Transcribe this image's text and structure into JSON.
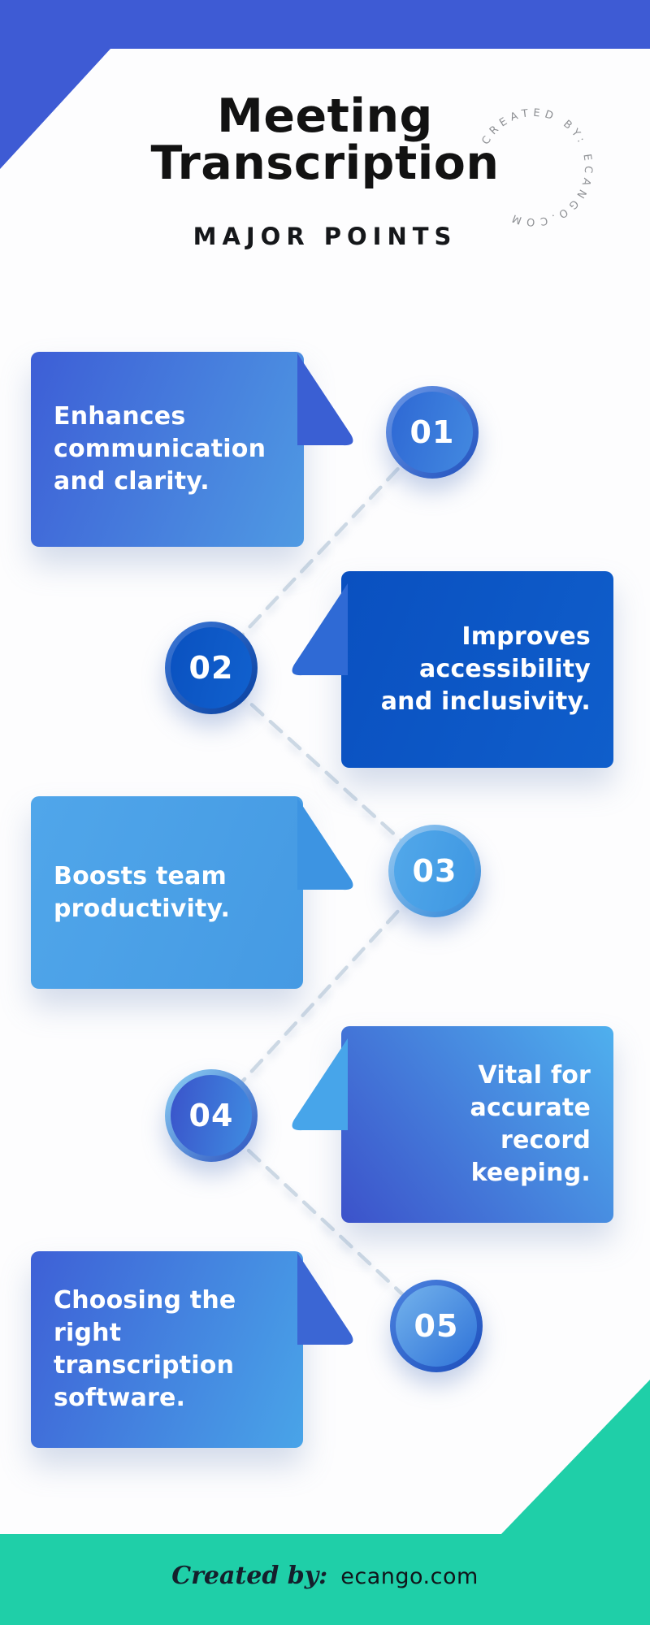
{
  "header": {
    "title_line1": "Meeting",
    "title_line2": "Transcription",
    "subtitle": "MAJOR POINTS",
    "badge_text": "CREATED BY: ECANGO.COM"
  },
  "points": [
    {
      "number": "01",
      "text": "Enhances\ncommunication\nand clarity.",
      "side": "left"
    },
    {
      "number": "02",
      "text": "Improves\naccessibility\nand inclusivity.",
      "side": "right"
    },
    {
      "number": "03",
      "text": "Boosts team\nproductivity.",
      "side": "left"
    },
    {
      "number": "04",
      "text": "Vital for\naccurate\nrecord\nkeeping.",
      "side": "right"
    },
    {
      "number": "05",
      "text": "Choosing the\nright\ntranscription\nsoftware.",
      "side": "left"
    }
  ],
  "footer": {
    "created_by_label": "Created by:",
    "site": "ecango.com"
  },
  "colors": {
    "header_blue": "#3e5bd4",
    "footer_teal": "#1fcfa8",
    "dashed_connector": "#ccd8e4",
    "card1_gradient": [
      "#3d5ed6",
      "#4f9ae3"
    ],
    "card2_gradient": [
      "#0a50c0",
      "#0f5ecb"
    ],
    "card3_gradient": [
      "#50a6ea",
      "#459ae3"
    ],
    "card4_gradient": [
      "#3c52ca",
      "#4fb0ee"
    ],
    "card5_gradient": [
      "#3e60d6",
      "#49a4e8"
    ],
    "text_on_cards": "#ffffff",
    "title_text": "#121212",
    "badge_text_gray": "#8e9094"
  }
}
